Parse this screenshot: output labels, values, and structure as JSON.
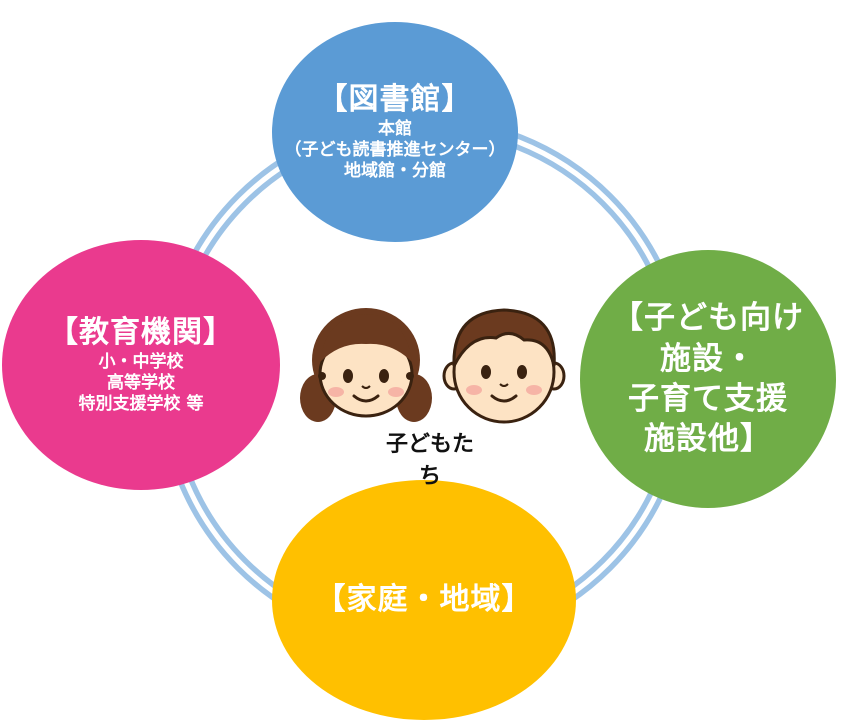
{
  "colors": {
    "library": "#5b9bd5",
    "education": "#ea3a8e",
    "facilities": "#70ad47",
    "home": "#ffc000",
    "ring": "#9dc3e6"
  },
  "nodes": {
    "library": {
      "title": "【図書館】",
      "lines": [
        "本館",
        "（子ども読書推進センター）",
        "地域館・分館"
      ]
    },
    "education": {
      "title": "【教育機関】",
      "lines": [
        "小・中学校",
        "高等学校",
        "特別支援学校 等"
      ]
    },
    "facilities": {
      "title_lines": [
        "【子ども向け",
        "施設・",
        "子育て支援",
        "施設他】"
      ]
    },
    "home": {
      "title": "【家庭・地域】"
    }
  },
  "center": {
    "label": "子どもたち",
    "icons": [
      "girl-face-icon",
      "boy-face-icon"
    ]
  }
}
